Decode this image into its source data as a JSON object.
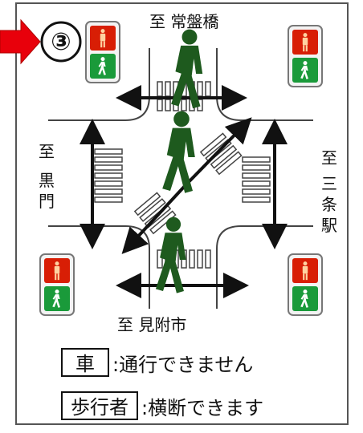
{
  "marker": {
    "number": "③",
    "arrow_color": "#e8000b"
  },
  "destinations": {
    "top": "至 常盤橋",
    "bottom": "至 見附市",
    "left": [
      "至",
      "黒",
      "門"
    ],
    "right": [
      "至",
      "三",
      "条",
      "駅"
    ]
  },
  "signal_icons": [
    "red-stop-man-icon",
    "green-walk-man-icon"
  ],
  "colors": {
    "signal_red": "#d81e05",
    "signal_green": "#1a9a3a",
    "pedestrian": "#1e5a1e"
  },
  "legend": {
    "car_label": "車",
    "car_text": ":通行できません",
    "ped_label": "歩行者",
    "ped_text": ":横断できます"
  }
}
